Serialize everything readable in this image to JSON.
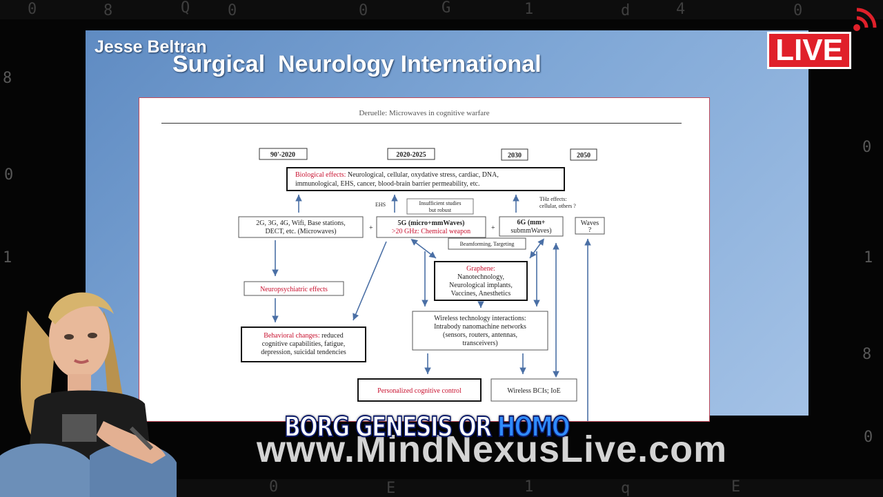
{
  "overlay": {
    "presenter_name": "Jesse Beltran",
    "journal_title": "Surgical  Neurology International",
    "live_badge": "LIVE",
    "website": "www.MindNexusLive.com",
    "caption_main": "BORG GENESIS OR ",
    "caption_highlight": "HOMO",
    "caption_highlight_color": "#2f8bff",
    "live_color": "#e0202a"
  },
  "paper": {
    "running_head": "Deruelle: Microwaves in cognitive warfare",
    "timeline": [
      "90'-2020",
      "2020-2025",
      "2030",
      "2050"
    ],
    "bio_effects_label": "Biological effects:",
    "bio_effects_text1": " Neurological, cellular, oxydative stress, cardiac, DNA,",
    "bio_effects_text2": "immunological, EHS, cancer, blood-brain barrier permeability, etc.",
    "ehs": "EHS",
    "insufficient1": "Insufficient studies",
    "insufficient2": "but robust",
    "thz1": "THz effects:",
    "thz2": "cellular, others ?",
    "gen_2g1": "2G, 3G, 4G, Wifi, Base stations,",
    "gen_2g2": "DECT, etc. (Microwaves)",
    "gen_5g1": "5G (micro+mmWaves)",
    "gen_5g2": ">20 GHz: Chemical weapon",
    "gen_6g1": "6G (mm+",
    "gen_6g2": "submmWaves)",
    "waves1": "Waves",
    "waves2": "?",
    "plus": "+",
    "beamforming": "Beamforming, Targeting",
    "neuro": "Neuropsychiatric effects",
    "graphene_label": "Graphene:",
    "graphene1": "Nanotechnology,",
    "graphene2": "Neurological implants,",
    "graphene3": "Vaccines, Anesthetics",
    "behav_label": "Behavioral changes:",
    "behav1": " reduced",
    "behav2": "cognitive capabilities, fatigue,",
    "behav3": "depression, suicidal tendencies",
    "wireless1": "Wireless technology interactions:",
    "wireless2": "Intrabody nanomachine networks",
    "wireless3": "(sensors, routers, antennas,",
    "wireless4": "transceivers)",
    "personalized": "Personalized cognitive control",
    "bci": "Wireless BCIs; IoE",
    "red_text_color": "#c8102e"
  }
}
